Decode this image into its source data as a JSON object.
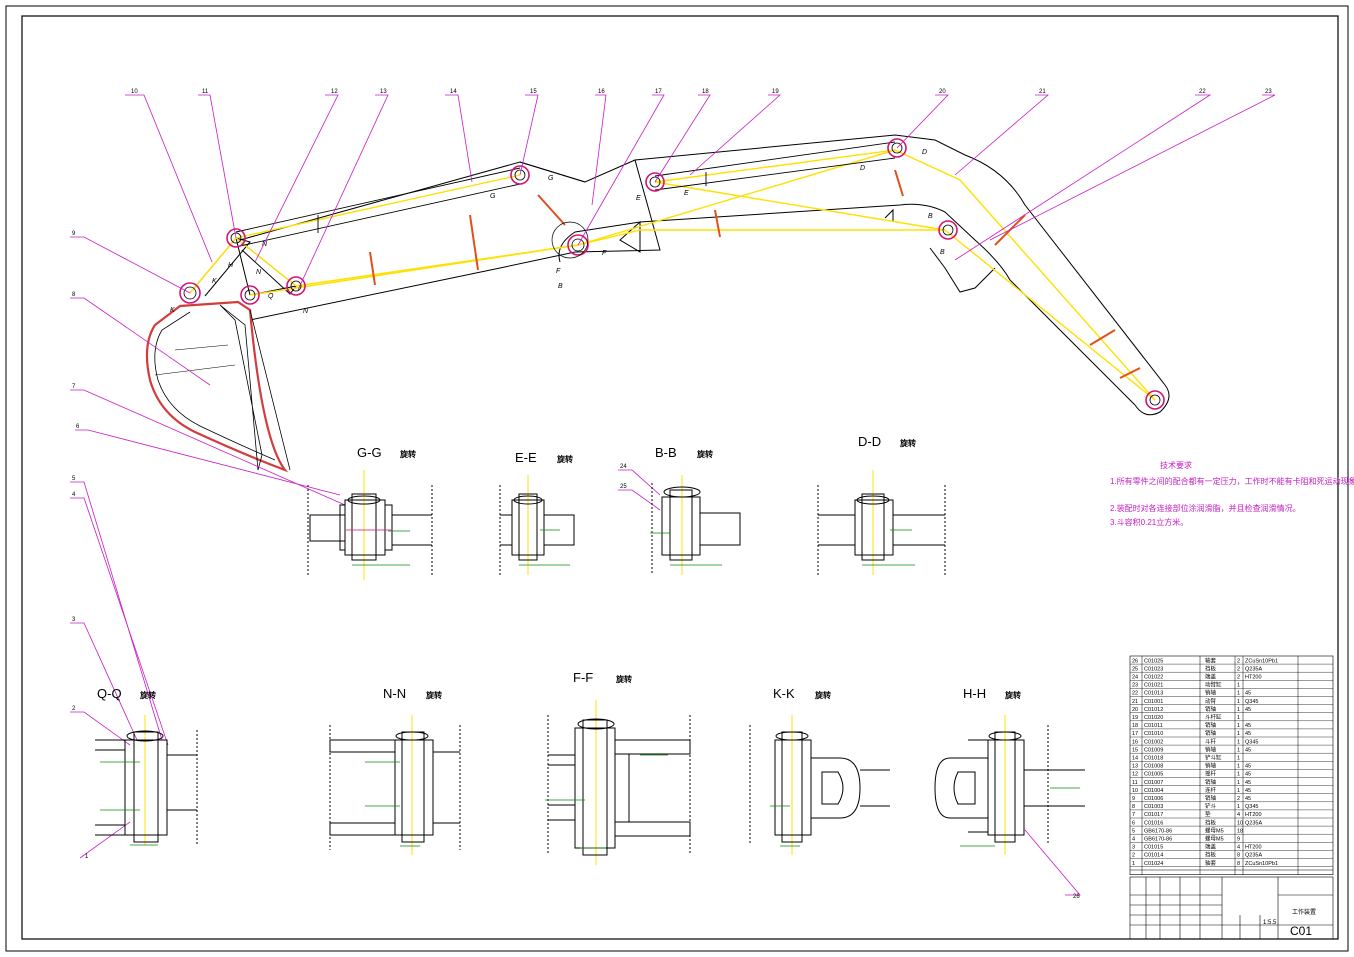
{
  "title_block": {
    "drawing_name": "工作装置",
    "drawing_no": "C01",
    "scale": "1:5.5"
  },
  "tech_requirements": {
    "heading": "技术要求",
    "items": [
      "1.所有零件之间的配合都有一定压力，工作时不能有卡阻和死运动现象。",
      "2.装配时对各连接部位涂润滑脂，并且检查润滑情况。",
      "3.斗容积0.21立方米。"
    ]
  },
  "sections": [
    {
      "name": "G-G",
      "note": "旋转"
    },
    {
      "name": "E-E",
      "note": "旋转"
    },
    {
      "name": "B-B",
      "note": "旋转"
    },
    {
      "name": "D-D",
      "note": "旋转"
    },
    {
      "name": "Q-Q",
      "note": "旋转"
    },
    {
      "name": "N-N",
      "note": "旋转"
    },
    {
      "name": "F-F",
      "note": "旋转"
    },
    {
      "name": "K-K",
      "note": "旋转"
    },
    {
      "name": "H-H",
      "note": "旋转"
    }
  ],
  "leader_numbers": [
    "1",
    "2",
    "3",
    "4",
    "5",
    "6",
    "7",
    "8",
    "9",
    "10",
    "11",
    "12",
    "13",
    "14",
    "15",
    "16",
    "17",
    "18",
    "19",
    "20",
    "21",
    "22",
    "23",
    "24",
    "25",
    "26"
  ],
  "pin_letters": [
    "K",
    "K",
    "H",
    "N",
    "N",
    "Q",
    "N",
    "G",
    "G",
    "F",
    "F",
    "B",
    "E",
    "E",
    "D",
    "D",
    "B",
    "B"
  ],
  "bom": [
    {
      "no": "26",
      "code": "C01025",
      "name": "轴套",
      "qty": "2",
      "material": "ZCuSn10Pb1"
    },
    {
      "no": "25",
      "code": "C01023",
      "name": "挡板",
      "qty": "2",
      "material": "Q235A"
    },
    {
      "no": "24",
      "code": "C01022",
      "name": "端盖",
      "qty": "2",
      "material": "HT200"
    },
    {
      "no": "23",
      "code": "C01021",
      "name": "动臂缸",
      "qty": "1",
      "material": ""
    },
    {
      "no": "22",
      "code": "C01013",
      "name": "销轴",
      "qty": "1",
      "material": "45"
    },
    {
      "no": "21",
      "code": "C01001",
      "name": "动臂",
      "qty": "1",
      "material": "Q345"
    },
    {
      "no": "20",
      "code": "C01012",
      "name": "销轴",
      "qty": "1",
      "material": "45"
    },
    {
      "no": "19",
      "code": "C01020",
      "name": "斗杆缸",
      "qty": "1",
      "material": ""
    },
    {
      "no": "18",
      "code": "C01011",
      "name": "销轴",
      "qty": "1",
      "material": "45"
    },
    {
      "no": "17",
      "code": "C01010",
      "name": "销轴",
      "qty": "1",
      "material": "45"
    },
    {
      "no": "16",
      "code": "C01002",
      "name": "斗杆",
      "qty": "1",
      "material": "Q345"
    },
    {
      "no": "15",
      "code": "C01009",
      "name": "销轴",
      "qty": "1",
      "material": "45"
    },
    {
      "no": "14",
      "code": "C01018",
      "name": "铲斗缸",
      "qty": "1",
      "material": ""
    },
    {
      "no": "13",
      "code": "C01008",
      "name": "销轴",
      "qty": "1",
      "material": "45"
    },
    {
      "no": "12",
      "code": "C01005",
      "name": "摇杆",
      "qty": "1",
      "material": "45"
    },
    {
      "no": "11",
      "code": "C01007",
      "name": "销轴",
      "qty": "1",
      "material": "45"
    },
    {
      "no": "10",
      "code": "C01004",
      "name": "连杆",
      "qty": "1",
      "material": "45"
    },
    {
      "no": "9",
      "code": "C01006",
      "name": "销轴",
      "qty": "2",
      "material": "45"
    },
    {
      "no": "8",
      "code": "C01003",
      "name": "铲斗",
      "qty": "1",
      "material": "Q345"
    },
    {
      "no": "7",
      "code": "C01017",
      "name": "垫",
      "qty": "4",
      "material": "HT200"
    },
    {
      "no": "6",
      "code": "C01016",
      "name": "挡板",
      "qty": "10",
      "material": "Q235A"
    },
    {
      "no": "5",
      "code": "GB6170-86",
      "name": "螺母M5",
      "qty": "18",
      "material": ""
    },
    {
      "no": "4",
      "code": "GB6170-86",
      "name": "螺母M5",
      "qty": "9",
      "material": ""
    },
    {
      "no": "3",
      "code": "C01015",
      "name": "端盖",
      "qty": "4",
      "material": "HT200"
    },
    {
      "no": "2",
      "code": "C01014",
      "name": "挡板",
      "qty": "8",
      "material": "Q235A"
    },
    {
      "no": "1",
      "code": "C01024",
      "name": "轴套",
      "qty": "8",
      "material": "ZCuSn10Pb1"
    }
  ],
  "colors": {
    "frame": "#000000",
    "outline": "#000000",
    "centerline": "#ffe000",
    "leader": "#c81bc8",
    "weld": "#e0501a",
    "pin": "#d21478",
    "fit": "#0a8a0a",
    "bucket": "#d23c3c"
  }
}
